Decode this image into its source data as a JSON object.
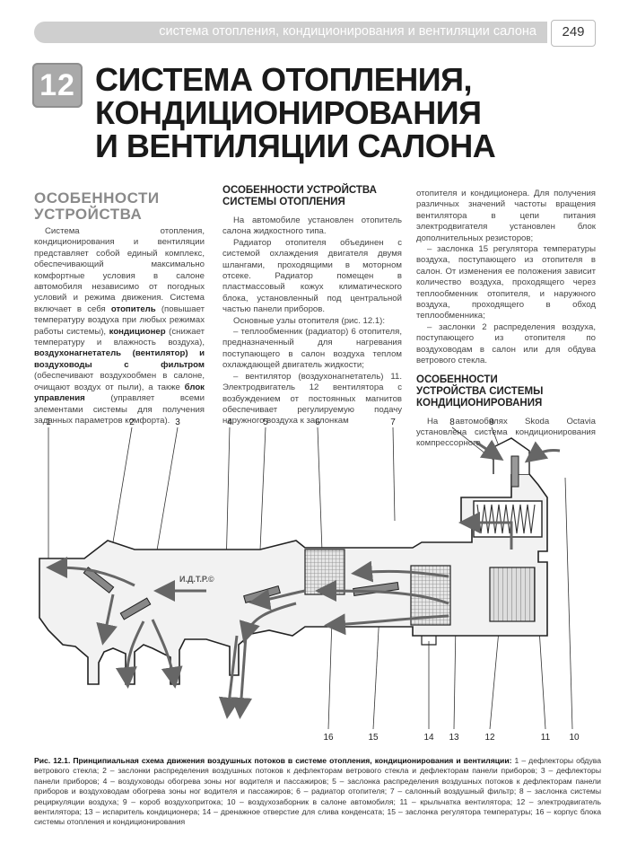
{
  "header": {
    "running_title": "система отопления, кондиционирования и вентиляции салона",
    "page_number": "249"
  },
  "chapter": {
    "number": "12",
    "title_lines": [
      "СИСТЕМА ОТОПЛЕНИЯ,",
      "КОНДИЦИОНИРОВАНИЯ",
      "И ВЕНТИЛЯЦИИ САЛОНА"
    ]
  },
  "col1": {
    "heading_lines": [
      "ОСОБЕННОСТИ",
      "УСТРОЙСТВА"
    ],
    "p1_a": "Система отопления, кондиционирования и вентиляции представляет собой единый комплекс, обеспечивающий максимально комфортные условия в салоне автомобиля независимо от погодных условий и режима движения. Система включает в себя ",
    "p1_b1": "отопитель",
    "p1_c": " (повышает температуру воздуха при любых режимах работы системы), ",
    "p1_b2": "кондиционер",
    "p1_d": " (снижает температуру и влажность воздуха), ",
    "p1_b3": "воздухонагнетатель (вентилятор) и воздуховоды с фильтром",
    "p1_e": " (обеспечивают воздухообмен в салоне, очищают воздух от пыли), а также ",
    "p1_b4": "блок управления",
    "p1_f": " (управляет всеми элементами системы для получения заданных параметров комфорта)."
  },
  "col2": {
    "heading_lines": [
      "ОСОБЕННОСТИ УСТРОЙСТВА",
      "СИСТЕМЫ ОТОПЛЕНИЯ"
    ],
    "p1": "На автомобиле установлен отопитель салона жидкостного типа.",
    "p2": "Радиатор отопителя объединен с системой охлаждения двигателя двумя шлангами, проходящими в моторном отсеке. Радиатор помещен в пластмассовый кожух климатического блока, установленный под центральной частью панели приборов.",
    "p3": "Основные узлы отопителя (рис. 12.1):",
    "p4": "– теплообменник (радиатор) 6 отопителя, предназначенный для нагревания поступающего в салон воздуха теплом охлаждающей двигатель жидкости;",
    "p5": "– вентилятор (воздухонагнетатель) 11. Электродвигатель 12 вентилятора с возбуждением от постоянных магнитов обеспечивает регулируемую подачу наружного воздуха к заслонкам"
  },
  "col3": {
    "p1": "отопителя и кондиционера. Для получения различных значений частоты вращения вентилятора в цепи питания электродвигателя установлен блок дополнительных резисторов;",
    "p2": "– заслонка 15 регулятора температуры воздуха, поступающего из отопителя в салон. От изменения ее положения зависит количество воздуха, проходящего через теплообменник отопителя, и наружного воздуха, проходящего в обход теплообменника;",
    "p3": "– заслонки 2 распределения воздуха, поступающего из отопителя по воздуховодам в салон или для обдува ветрового стекла.",
    "heading_lines": [
      "ОСОБЕННОСТИ",
      "УСТРОЙСТВА СИСТЕМЫ",
      "КОНДИЦИОНИРОВАНИЯ"
    ],
    "p4": "На автомобилях Skoda Octavia установлена система кондиционирования компрессорного"
  },
  "figure": {
    "watermark": "И.Д.Т.Р.©",
    "labels_top": [
      "1",
      "2",
      "3",
      "4",
      "5",
      "6",
      "7",
      "8",
      "9"
    ],
    "labels_bottom": [
      "16",
      "15",
      "14",
      "13",
      "12",
      "11",
      "10"
    ]
  },
  "caption": {
    "bold": "Рис. 12.1. Принципиальная схема движения воздушных потоков в системе отопления, кондиционирования и вентиляции:",
    "text": " 1 – дефлекторы обдува ветрового стекла; 2 – заслонки распределения воздушных потоков к дефлекторам ветрового стекла и дефлекторам панели приборов; 3 – дефлекторы панели приборов; 4 – воздуховоды обогрева зоны ног водителя и пассажиров; 5 – заслонка распределения воздушных потоков к дефлекторам панели приборов и воздуховодам обогрева зоны ног водителя и пассажиров; 6 – радиатор отопителя; 7 – салонный воздушный фильтр; 8 – заслонка системы рециркуляции воздуха; 9 – короб воздухопритока; 10 – воздухозаборник в салоне автомобиля; 11 – крыльчатка вентилятора; 12 – электродвигатель вентилятора; 13 – испаритель кондиционера; 14 – дренажное отверстие для слива конденсата; 15 – заслонка регулятора температуры; 16 – корпус блока системы отопления и кондиционирования"
  }
}
